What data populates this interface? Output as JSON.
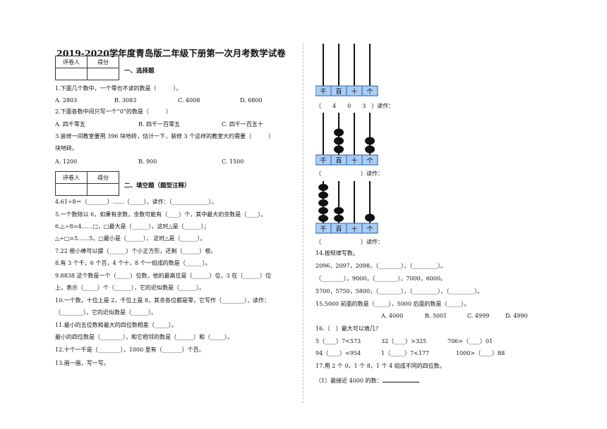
{
  "title": "2019-2020学年度青岛版二年级下册第一次月考数学试卷",
  "score_table": {
    "h1": "评卷人",
    "h2": "得分"
  },
  "section1": "一、选择题",
  "section2": "二、填空题（题型注释）",
  "left": {
    "q1": "1.下面几个数中，一个零也不读的数是（　　　）。",
    "q1_opts": [
      "A. 2803",
      "B. 3083",
      "C. 4008",
      "D. 6800"
    ],
    "q2": "2.下面各数中间只写一个“0”的数是（　　　）",
    "q2_opts": [
      "A. 四千零五",
      "B. 四千一百零五",
      "C. 四千一百五十"
    ],
    "q3a": "3.装修一间教室要用 396 块地砖，估计一下，装修 3 个这样的教室大约需要（　　　）",
    "q3b": "块地砖。",
    "q3_opts": [
      "A. 1200",
      "B. 900",
      "C. 1500"
    ],
    "q4": "4.61÷8＝（_______）……（_____），读作：（_____________）。",
    "q5": "5.一个数除以 6，如果有余数，余数可能有（____）个，其中最大的余数是（____）。",
    "q6a": "6.△÷8=4……□，□最大是（______），这时△是（______）；",
    "q6b": "△÷□=5……5，□最小是（______），  这时△是（______）。",
    "q7": "7.22 根小棒可以摆（______）个小正方形，还剩（______）根。",
    "q8": "8.有 3 个千，6 个百，4 个十，8 个一组成的数是（______）。",
    "q9a": "9.8838 这个数是一个（_____）位数，他的最高位是（______）位，3 在（______）位",
    "q9b": "上，表示（_____）个（______），它的近似数是（______）。",
    "q10a": "10.一个数，十位上是 2，千位上是 8，其余各位都是零，它写作（________），读作：",
    "q10b": "（________），它的近似数是（______）。",
    "q11a": "11.最小的五位数和最大的四位数相差（_____）。",
    "q11b": "最小的四位数是（________），和它相邻的数是（______）和（_____）。",
    "q12": "12.十个一千是（________），1000 里有（_______）个百。",
    "q13": "13.画一画，写一写。"
  },
  "right": {
    "abacus_labels": [
      "千",
      "百",
      "十",
      "个"
    ],
    "a1_read": "（　　4　　0　　3　）读作：",
    "a2_read": "（　　　　　　　）读作：",
    "a3_read": "（　　　　　　　）读作：",
    "q14": "14.按规律写数。",
    "q14_l1": "2096，2097，2098，（________），（_________）。",
    "q14_l2": "（________），9000，（________），7000，6000。",
    "q14_l3": "5700，5750，5800，（________），（_________），（_________）。",
    "q15": "15.5000 前面的数是（_____），5000 后面的数是（_____）。",
    "q15_opts": [
      "A. 4000",
      "B. 5001",
      "C. 4999",
      "D. 4990"
    ],
    "q16": "16.（　）最大可以填几?",
    "q16_l1": [
      "5（____）7<573",
      "32（____）>325",
      "706>（____）01"
    ],
    "q16_l2": [
      "94（____）<954",
      "1（_____）7<177",
      "1000>（____）88"
    ],
    "q17": "17.用 2 个 0，1 个 8，1 个 4 组成不同的四位数。",
    "q17_1": "（1）最接近 4000 的数：",
    "colors": {
      "bead": "#111111",
      "label_bg": "#a9cdf5",
      "label_border": "#2b5ea8"
    }
  }
}
